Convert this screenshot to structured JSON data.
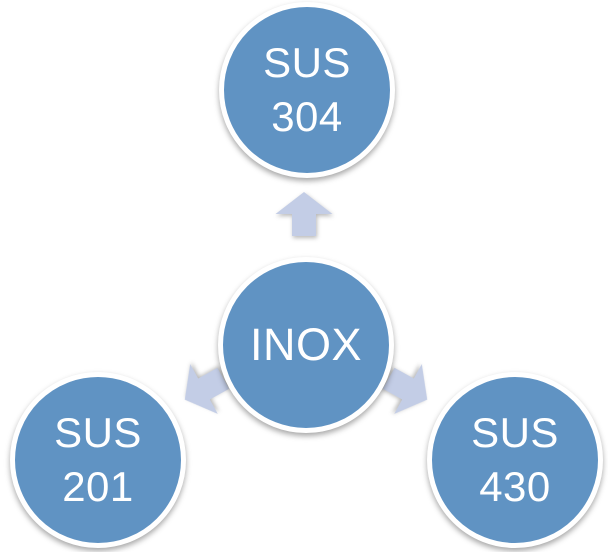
{
  "diagram": {
    "center_node": {
      "label": "INOX"
    },
    "nodes": [
      {
        "position": "top",
        "lines": [
          "SUS",
          "304"
        ]
      },
      {
        "position": "bottom-left",
        "lines": [
          "SUS",
          "201"
        ]
      },
      {
        "position": "bottom-right",
        "lines": [
          "SUS",
          "430"
        ]
      }
    ],
    "arrows": [
      {
        "direction": "up"
      },
      {
        "direction": "down-left"
      },
      {
        "direction": "down-right"
      }
    ],
    "colors": {
      "node_fill": "#6093C3",
      "node_border": "#FFFFFF",
      "arrow_fill": "#C3CDE6",
      "label_text": "#FFFFFF",
      "background": "#FFFFFF"
    }
  }
}
